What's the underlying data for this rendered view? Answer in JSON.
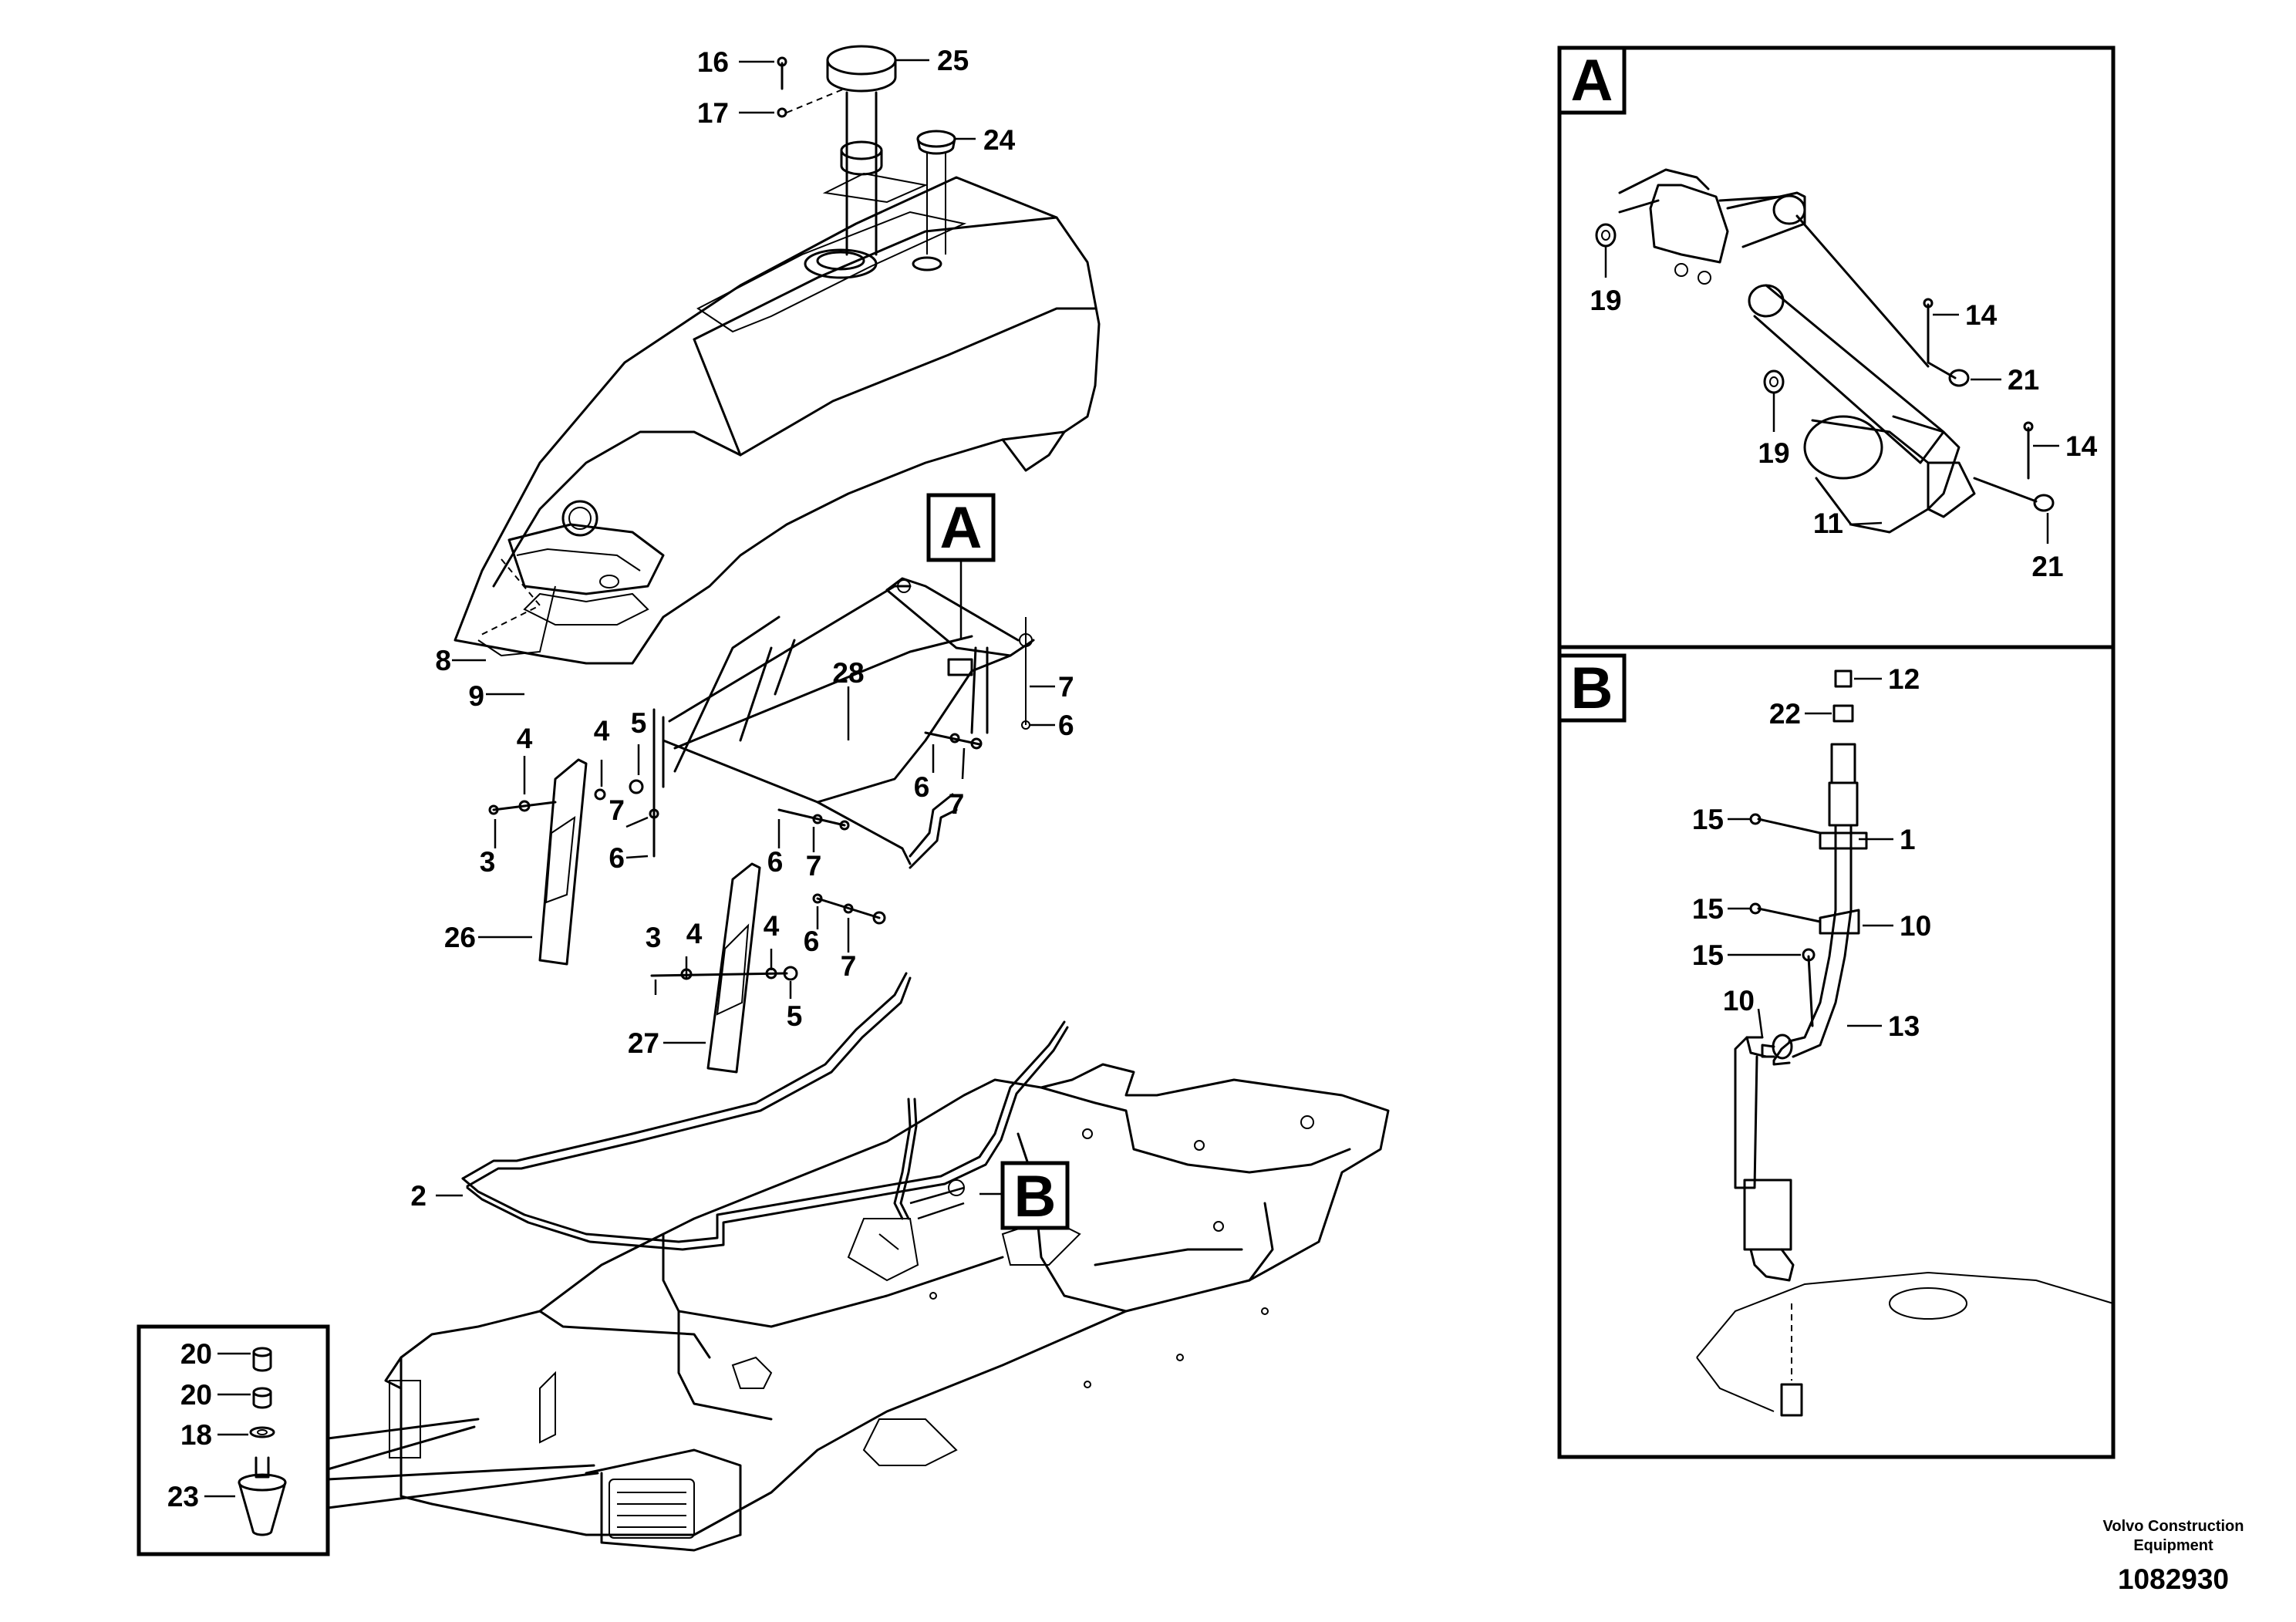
{
  "detail_boxes": {
    "a": {
      "label": "A"
    },
    "b": {
      "label": "B"
    }
  },
  "callouts": {
    "a_marker": "A",
    "b_marker": "B"
  },
  "part_numbers": {
    "p16": "16",
    "p17": "17",
    "p25": "25",
    "p24": "24",
    "p8": "8",
    "p9": "9",
    "p28": "28",
    "p7a": "7",
    "p6a": "6",
    "p5a": "5",
    "p4a": "4",
    "p4b": "4",
    "p7b": "7",
    "p6b": "6",
    "p3a": "3",
    "p26": "26",
    "p6c": "6",
    "p7c": "7",
    "p6d": "6",
    "p7d": "7",
    "p6e": "6",
    "p7e": "7",
    "p3b": "3",
    "p4c": "4",
    "p4d": "4",
    "p5b": "5",
    "p27": "27",
    "p2": "2",
    "p20a": "20",
    "p20b": "20",
    "p18": "18",
    "p23": "23",
    "a19a": "19",
    "a14a": "14",
    "a21a": "21",
    "a19b": "19",
    "a14b": "14",
    "a11": "11",
    "a21b": "21",
    "b12": "12",
    "b22": "22",
    "b15a": "15",
    "b1": "1",
    "b15b": "15",
    "b10a": "10",
    "b15c": "15",
    "b10b": "10",
    "b13": "13"
  },
  "footer": {
    "credit_line1": "Volvo Construction",
    "credit_line2": "Equipment",
    "doc_number": "1082930"
  }
}
